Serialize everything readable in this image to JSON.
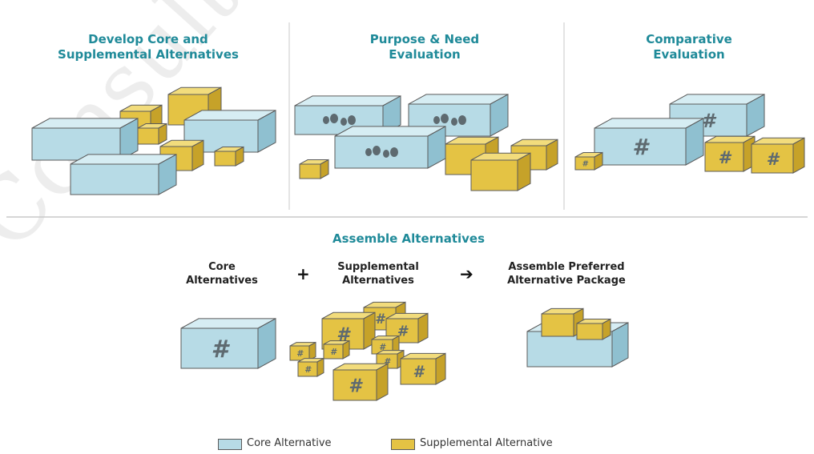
{
  "watermark": "Consultant Work – Not",
  "colors": {
    "core_front": "#b7dbe6",
    "core_top": "#d6edf3",
    "core_side": "#8fc0d0",
    "supp_front": "#e4c344",
    "supp_top": "#f2dc7c",
    "supp_side": "#c6a229",
    "stroke": "#5b5b5b",
    "heading": "#1f8a99",
    "divider": "#c9c9c9",
    "mark": "#5e6a70"
  },
  "panels": [
    {
      "title_line1": "Develop Core and",
      "title_line2": "Supplemental Alternatives"
    },
    {
      "title_line1": "Purpose & Need",
      "title_line2": "Evaluation"
    },
    {
      "title_line1": "Comparative",
      "title_line2": "Evaluation"
    }
  ],
  "assemble": {
    "title": "Assemble Alternatives",
    "core_label_line1": "Core",
    "core_label_line2": "Alternatives",
    "plus": "+",
    "supp_label_line1": "Supplemental",
    "supp_label_line2": "Alternatives",
    "arrow": "➔",
    "preferred_line1": "Assemble Preferred",
    "preferred_line2": "Alternative Package"
  },
  "mark_symbol": "#",
  "legend": {
    "core": "Core Alternative",
    "supplemental": "Supplemental Alternative"
  }
}
